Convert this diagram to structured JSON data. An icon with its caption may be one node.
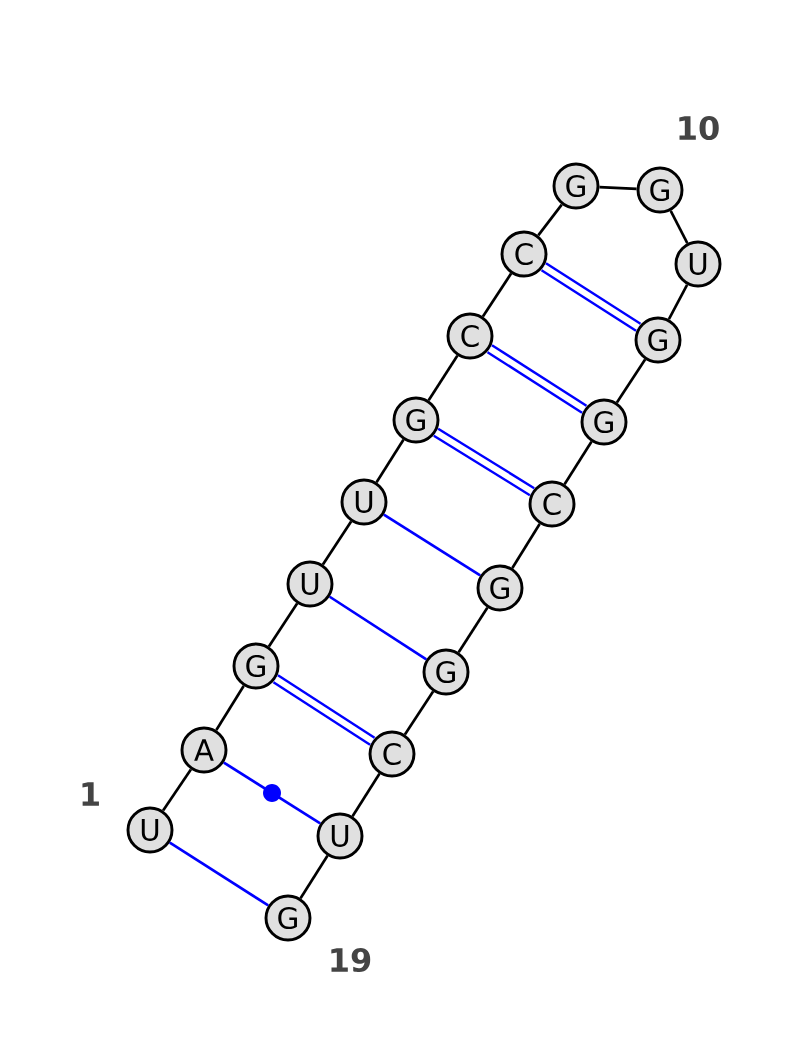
{
  "diagram": {
    "nodes": [
      {
        "text": [
          "U"
        ]
      },
      {
        "text": [
          "A"
        ]
      },
      {
        "text": [
          "G"
        ]
      },
      {
        "text": [
          "U"
        ]
      },
      {
        "text": [
          "U"
        ]
      },
      {
        "text": [
          "G"
        ]
      },
      {
        "text": [
          "C"
        ]
      },
      {
        "text": [
          "C"
        ]
      },
      {
        "text": [
          "G"
        ]
      },
      {
        "text": [
          "G"
        ]
      },
      {
        "text": [
          "U"
        ]
      },
      {
        "text": [
          "G"
        ]
      },
      {
        "text": [
          "G"
        ]
      },
      {
        "text": [
          "C"
        ]
      },
      {
        "text": [
          "G"
        ]
      },
      {
        "text": [
          "G"
        ]
      },
      {
        "text": [
          "C"
        ]
      },
      {
        "text": [
          "U"
        ]
      },
      {
        "text": [
          "G"
        ]
      }
    ],
    "edges": [
      {
        "from": 0,
        "to": 1,
        "arrow": "none"
      },
      {
        "from": 1,
        "to": 2,
        "arrow": "none"
      },
      {
        "from": 2,
        "to": 3,
        "arrow": "none"
      },
      {
        "from": 3,
        "to": 4,
        "arrow": "none"
      },
      {
        "from": 4,
        "to": 5,
        "arrow": "none"
      },
      {
        "from": 5,
        "to": 6,
        "arrow": "none"
      },
      {
        "from": 6,
        "to": 7,
        "arrow": "none"
      },
      {
        "from": 7,
        "to": 8,
        "arrow": "none"
      },
      {
        "from": 8,
        "to": 9,
        "arrow": "none"
      },
      {
        "from": 9,
        "to": 10,
        "arrow": "none"
      },
      {
        "from": 10,
        "to": 11,
        "arrow": "none"
      },
      {
        "from": 11,
        "to": 12,
        "arrow": "none"
      },
      {
        "from": 12,
        "to": 13,
        "arrow": "none"
      },
      {
        "from": 13,
        "to": 14,
        "arrow": "none"
      },
      {
        "from": 14,
        "to": 15,
        "arrow": "none"
      },
      {
        "from": 15,
        "to": 16,
        "arrow": "none"
      },
      {
        "from": 16,
        "to": 17,
        "arrow": "none"
      },
      {
        "from": 17,
        "to": 18,
        "arrow": "none"
      },
      {
        "from": 0,
        "to": 18,
        "arrow": "none",
        "color": "#0000ff"
      },
      {
        "from": 1,
        "to": 17,
        "arrow": "none",
        "color": "#0000ff"
      },
      {
        "from": 2,
        "to": 16,
        "arrow": "none",
        "color": "#0000ff",
        "style": "thick"
      },
      {
        "from": 3,
        "to": 15,
        "arrow": "none",
        "color": "#0000ff"
      },
      {
        "from": 4,
        "to": 14,
        "arrow": "none",
        "color": "#0000ff"
      },
      {
        "from": 5,
        "to": 13,
        "arrow": "none",
        "color": "#0000ff",
        "style": "thick"
      },
      {
        "from": 6,
        "to": 12,
        "arrow": "none",
        "color": "#0000ff",
        "style": "thick"
      },
      {
        "from": 7,
        "to": 11,
        "arrow": "none",
        "color": "#0000ff",
        "style": "thick"
      }
    ],
    "labels": [
      "10",
      "1",
      "19"
    ]
  }
}
